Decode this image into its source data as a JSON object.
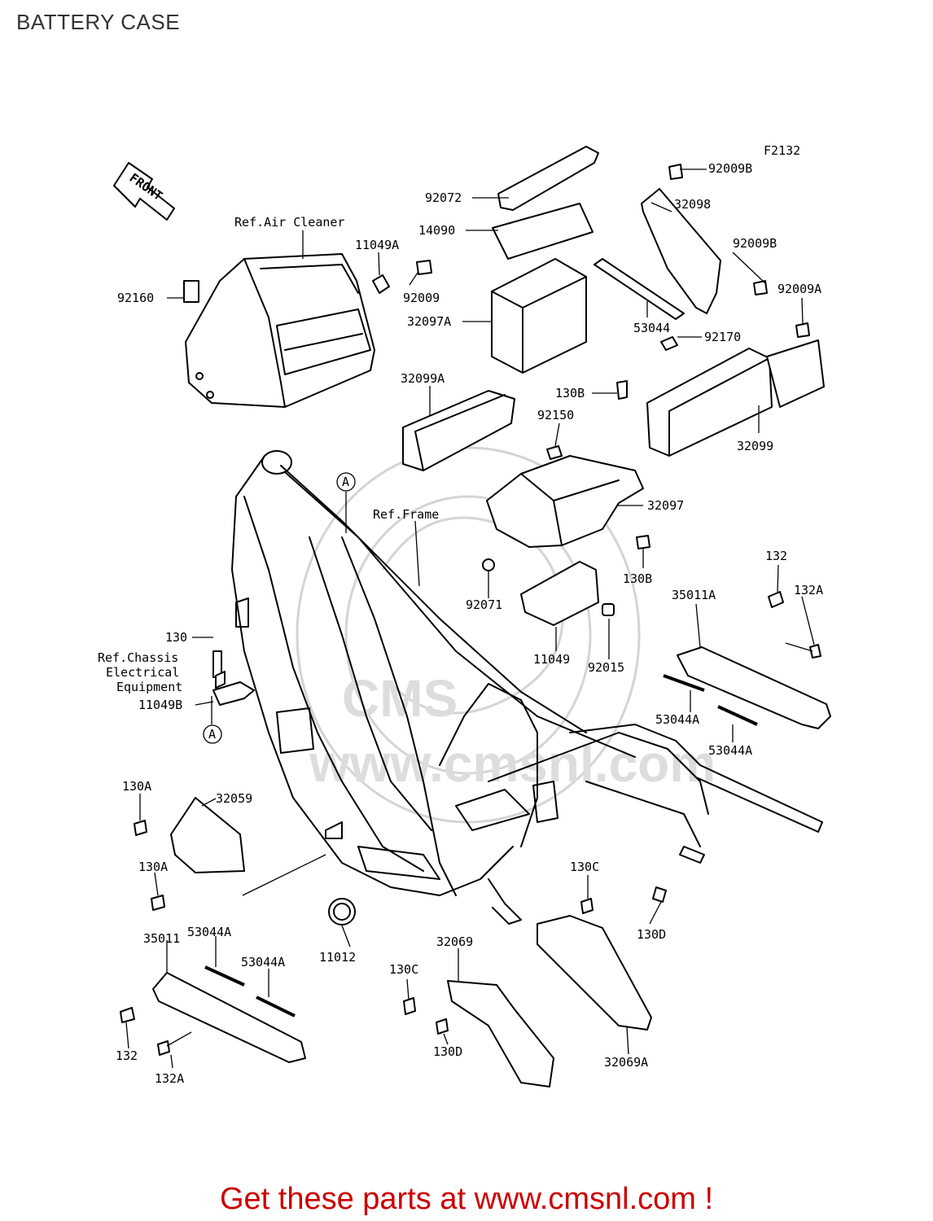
{
  "title": "BATTERY CASE",
  "figure_code": "F2132",
  "front_label": "FRONT",
  "footer": "Get these parts at www.cmsnl.com !",
  "refs": {
    "air_cleaner": "Ref.Air Cleaner",
    "frame": "Ref.Frame",
    "chassis_1": "Ref.Chassis",
    "chassis_2": "Electrical",
    "chassis_3": "Equipment",
    "marker_a": "A"
  },
  "parts": [
    {
      "label": "92009B"
    },
    {
      "label": "92072"
    },
    {
      "label": "32098"
    },
    {
      "label": "14090"
    },
    {
      "label": "11049A"
    },
    {
      "label": "92009B"
    },
    {
      "label": "92160"
    },
    {
      "label": "92009"
    },
    {
      "label": "92009A"
    },
    {
      "label": "32097A"
    },
    {
      "label": "53044"
    },
    {
      "label": "92170"
    },
    {
      "label": "32099A"
    },
    {
      "label": "130B"
    },
    {
      "label": "92150"
    },
    {
      "label": "32099"
    },
    {
      "label": "32097"
    },
    {
      "label": "130B"
    },
    {
      "label": "92071"
    },
    {
      "label": "132"
    },
    {
      "label": "35011A"
    },
    {
      "label": "132A"
    },
    {
      "label": "130"
    },
    {
      "label": "11049"
    },
    {
      "label": "92015"
    },
    {
      "label": "11049B"
    },
    {
      "label": "53044A"
    },
    {
      "label": "53044A"
    },
    {
      "label": "130A"
    },
    {
      "label": "32059"
    },
    {
      "label": "130A"
    },
    {
      "label": "130C"
    },
    {
      "label": "130D"
    },
    {
      "label": "35011"
    },
    {
      "label": "53044A"
    },
    {
      "label": "53044A"
    },
    {
      "label": "11012"
    },
    {
      "label": "32069"
    },
    {
      "label": "130C"
    },
    {
      "label": "132"
    },
    {
      "label": "130D"
    },
    {
      "label": "32069A"
    },
    {
      "label": "132A"
    }
  ]
}
